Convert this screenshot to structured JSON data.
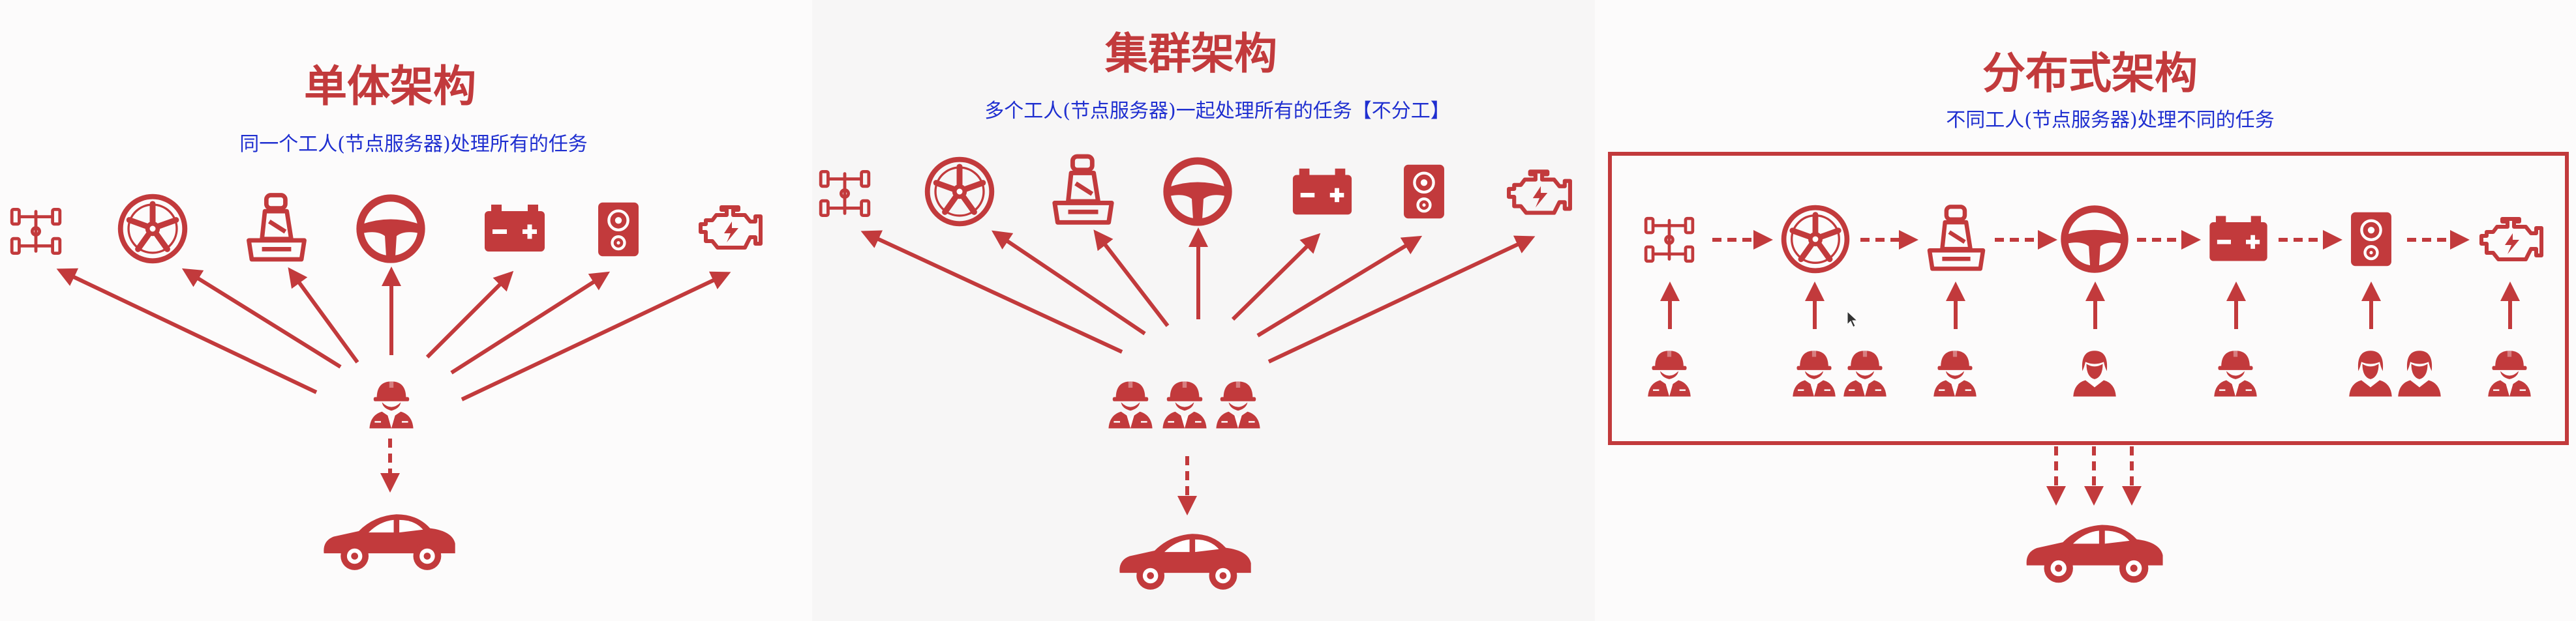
{
  "panels": [
    {
      "title": "单体架构",
      "subtitle": "同一个工人(节点服务器)处理所有的任务"
    },
    {
      "title": "集群架构",
      "subtitle": "多个工人(节点服务器)一起处理所有的任务【不分工】"
    },
    {
      "title": "分布式架构",
      "subtitle": "不同工人(节点服务器)处理不同的任务"
    }
  ],
  "icons": {
    "parts": [
      "chassis-icon",
      "wheel-icon",
      "car-seat-icon",
      "steering-wheel-icon",
      "battery-icon",
      "speaker-icon",
      "engine-icon"
    ],
    "worker": "worker-icon",
    "car": "car-icon"
  },
  "colors": {
    "accent": "#c23a3c",
    "subtitle": "#1f2fd0",
    "background": "#fbfafa"
  }
}
